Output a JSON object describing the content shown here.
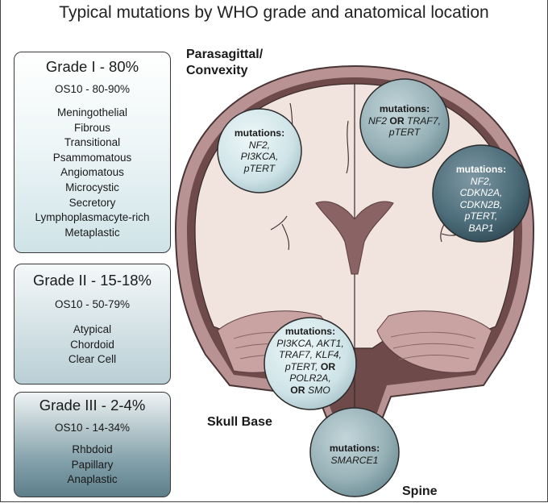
{
  "title": "Typical mutations by WHO grade and anatomical location",
  "grades": [
    {
      "heading": "Grade I - 80%",
      "os10": "OS10 - 80-90%",
      "subtypes": [
        "Meningothelial",
        "Fibrous",
        "Transitional",
        "Psammomatous",
        "Angiomatous",
        "Microcystic",
        "Secretory",
        "Lymphoplasmacyte-rich",
        "Metaplastic"
      ]
    },
    {
      "heading": "Grade II - 15-18%",
      "os10": "OS10 - 50-79%",
      "subtypes": [
        "Atypical",
        "Chordoid",
        "Clear Cell"
      ]
    },
    {
      "heading": "Grade III - 2-4%",
      "os10": "OS10 - 14-34%",
      "subtypes": [
        "Rhbdoid",
        "Papillary",
        "Anaplastic"
      ]
    }
  ],
  "locations": {
    "parasagittal_line1": "Parasagittal/",
    "parasagittal_line2": "Convexity",
    "skull_base": "Skull Base",
    "spine": "Spine"
  },
  "mutations": {
    "left": {
      "heading": "mutations:",
      "genes": [
        "NF2,",
        "PI3KCA,",
        "pTERT"
      ]
    },
    "top": {
      "heading": "mutations:",
      "line1_a": "NF2",
      "line1_or": " OR ",
      "line1_b": "TRAF7,",
      "line2": "pTERT"
    },
    "right": {
      "heading": "mutations:",
      "genes": [
        "NF2,",
        "CDKN2A,",
        "CDKN2B,",
        "pTERT,",
        "BAP1"
      ]
    },
    "base": {
      "heading": "mutations:",
      "line1": "PI3KCA, AKT1,",
      "line2": "TRAF7, KLF4,",
      "line3_a": "pTERT,",
      "line3_or": " OR",
      "line4": "POLR2A,",
      "line5_or": "OR ",
      "line5_b": "SMO"
    },
    "spine": {
      "heading": "mutations:",
      "genes": [
        "SMARCE1"
      ]
    }
  },
  "colors": {
    "skull_outer": "#b99394",
    "skull_inner_rim": "#6e4a4b",
    "brain": "#f1e3de",
    "ventricle": "#8a6464",
    "cerebellum": "#c9a2a2",
    "circle_light": "#d6ebee",
    "circle_mid": "#98b2b8",
    "circle_dark": "#4a6a78"
  }
}
